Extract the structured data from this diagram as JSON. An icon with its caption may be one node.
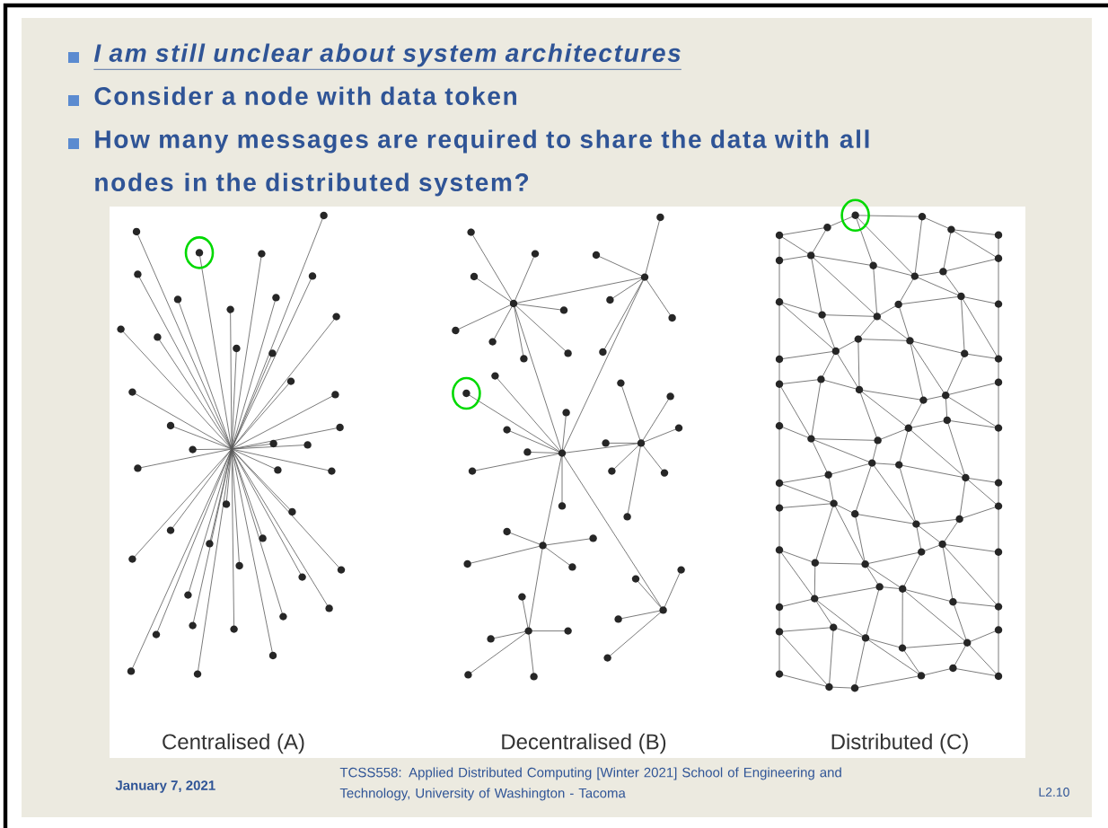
{
  "diagram": {
    "labels": [
      "I am still unclear about system architectures",
      "Consider a node with data token",
      "How many messages are required to share the data with **all nodes** in the distributed system?",
      "Centralised (A)",
      "Decentralised (B)",
      "Distributed (C)",
      "January 7, 2021",
      "TCSS558: Applied Distributed Computing [Winter 2021] School of Engineering and Technology, University of Washington - Tacoma",
      "L2.10"
    ]
  }
}
